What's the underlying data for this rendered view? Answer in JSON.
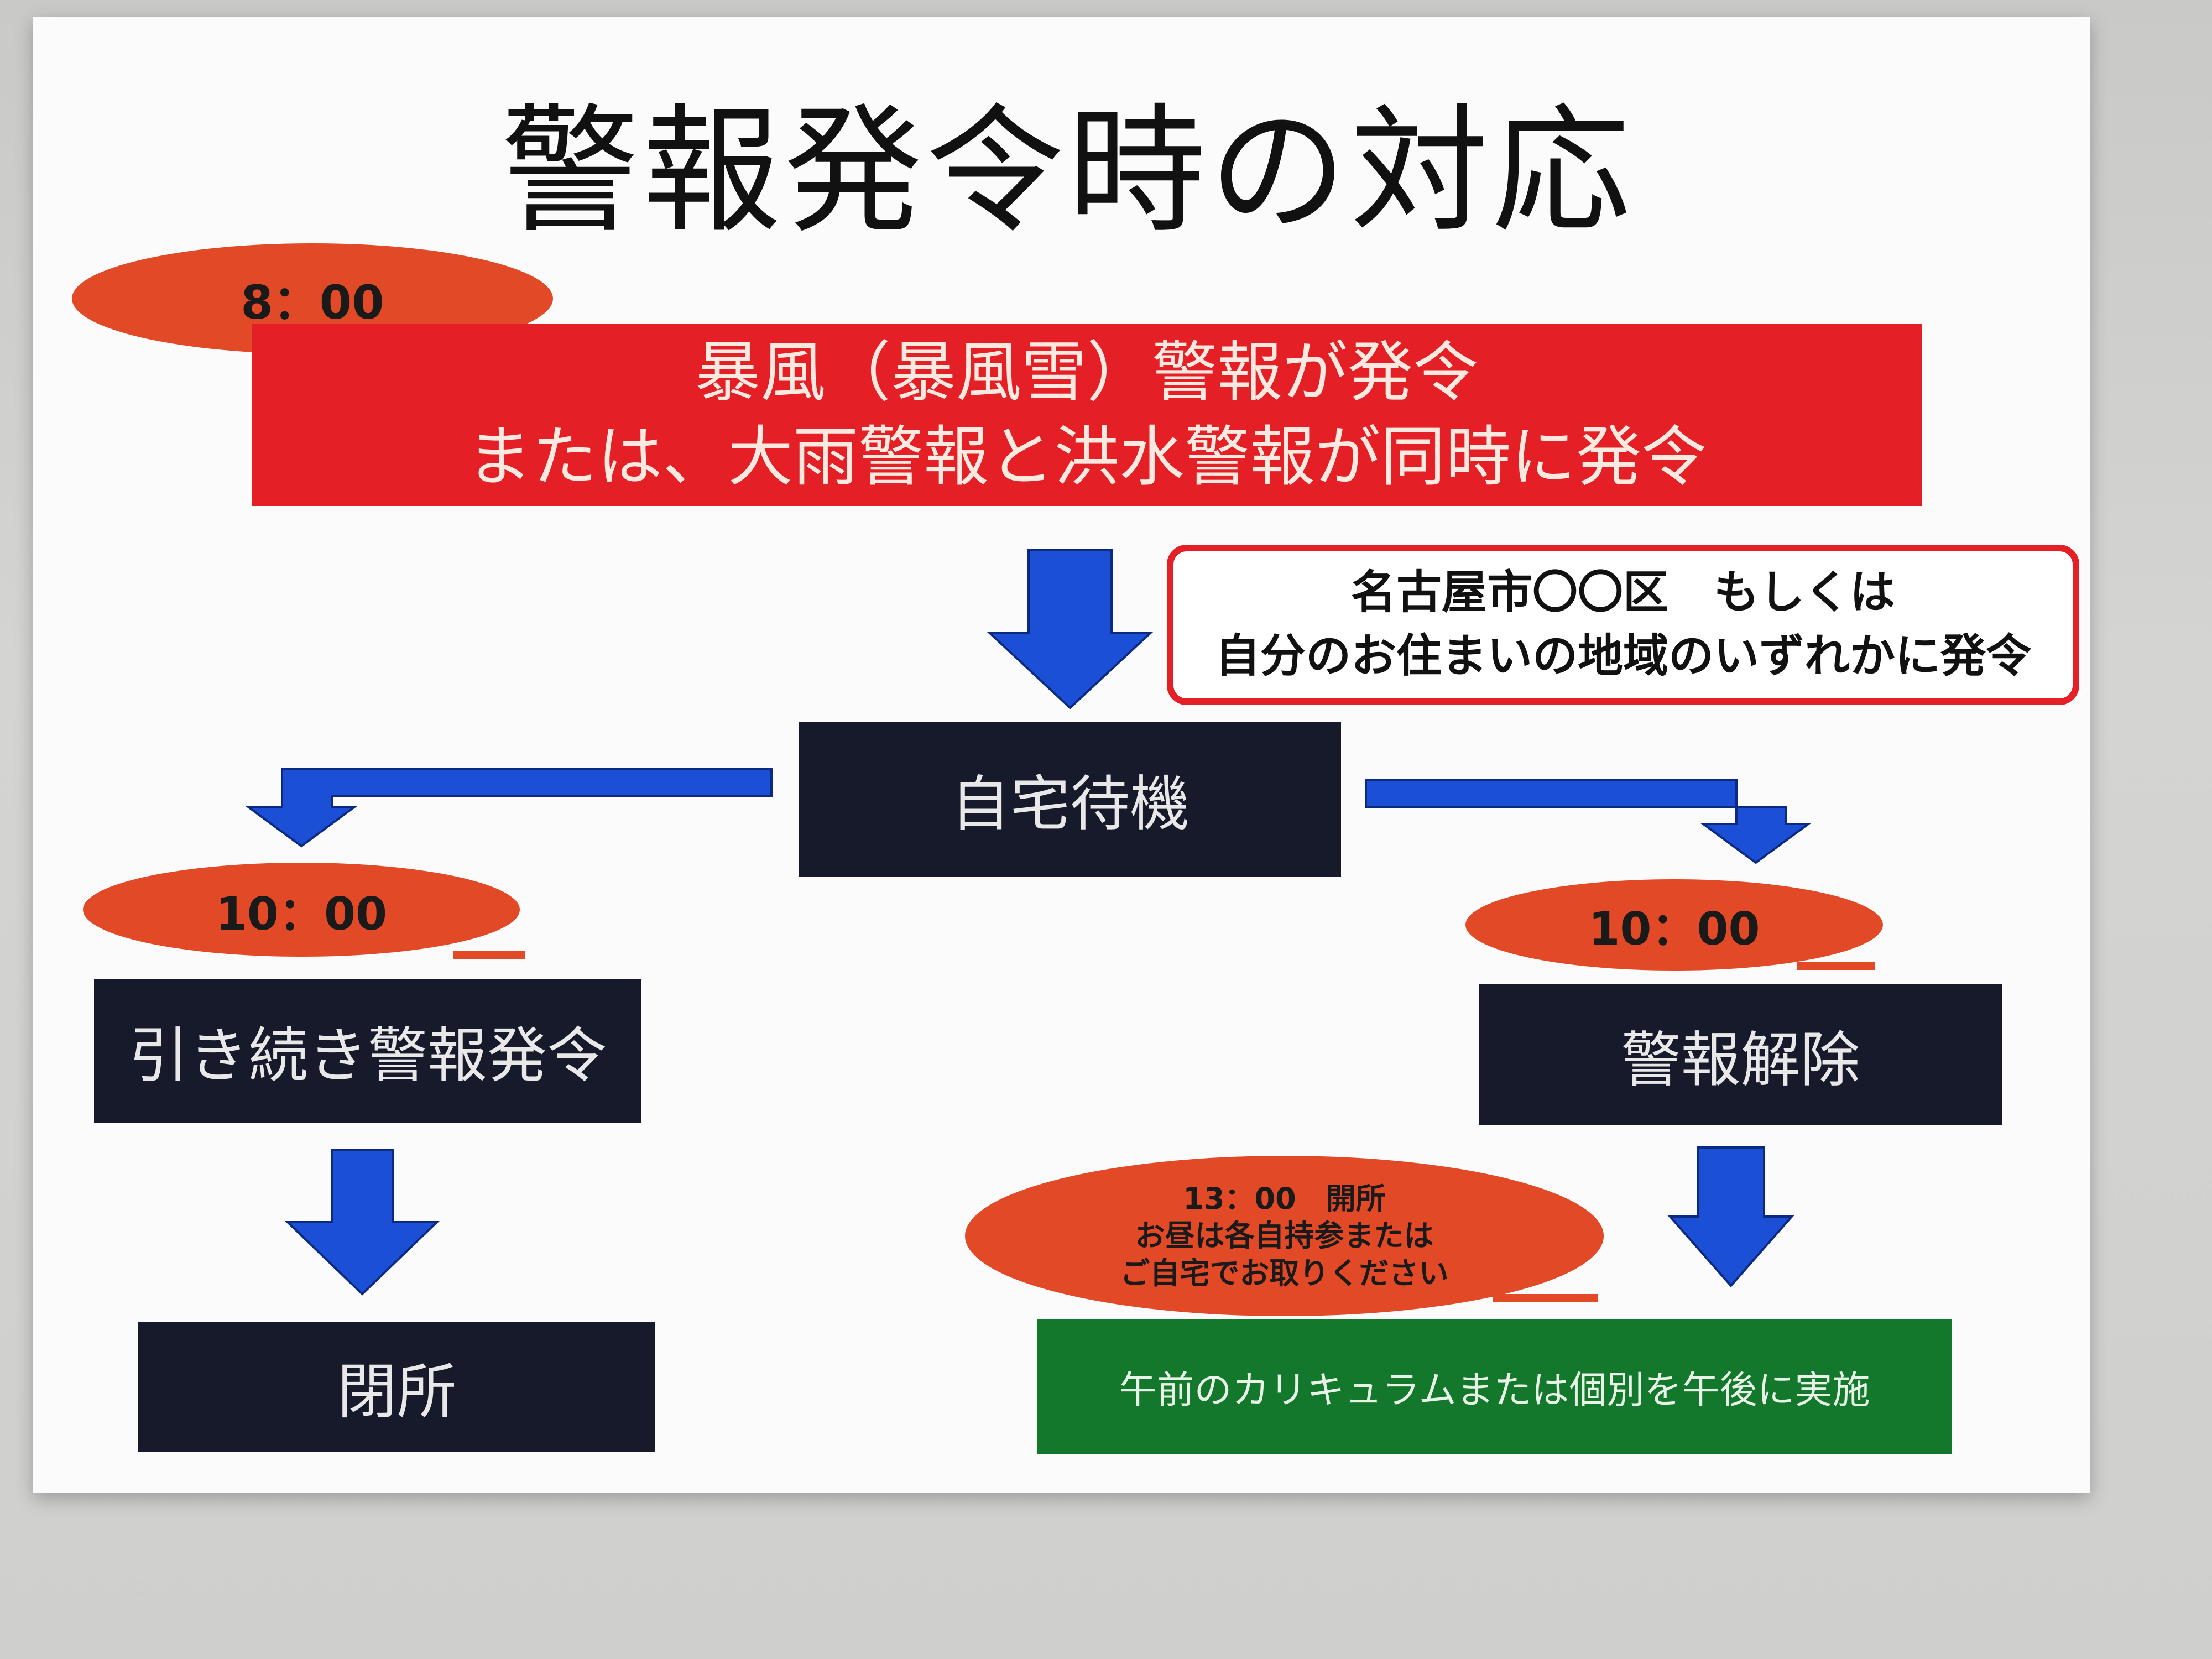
{
  "title": "警報発令時の対応",
  "time_start": "8：00",
  "trigger": {
    "line1": "暴風（暴風雪）警報が発令",
    "line2": "または、大雨警報と洪水警報が同時に発令"
  },
  "condition_note": {
    "line1": "名古屋市〇〇区　もしくは",
    "line2": "自分のお住まいの地域のいずれかに発令"
  },
  "home_wait": "自宅待機",
  "left_branch": {
    "time": "10：00",
    "status": "引き続き警報発令",
    "result": "閉所"
  },
  "right_branch": {
    "time": "10：00",
    "status": "警報解除",
    "reopen_note": {
      "line1": "13：00　開所",
      "line2": "お昼は各自持参または",
      "line3": "ご自宅でお取りください"
    },
    "result": "午前のカリキュラムまたは個別を午後に実施"
  },
  "colors": {
    "banner_red": "#e41f26",
    "bubble_orange": "#e24a27",
    "box_dark": "#171a2b",
    "box_green": "#13782b",
    "arrow_blue": "#1b4fd6"
  },
  "icons": [
    "arrow-down-icon",
    "arrow-elbow-left-icon",
    "arrow-elbow-right-icon"
  ]
}
